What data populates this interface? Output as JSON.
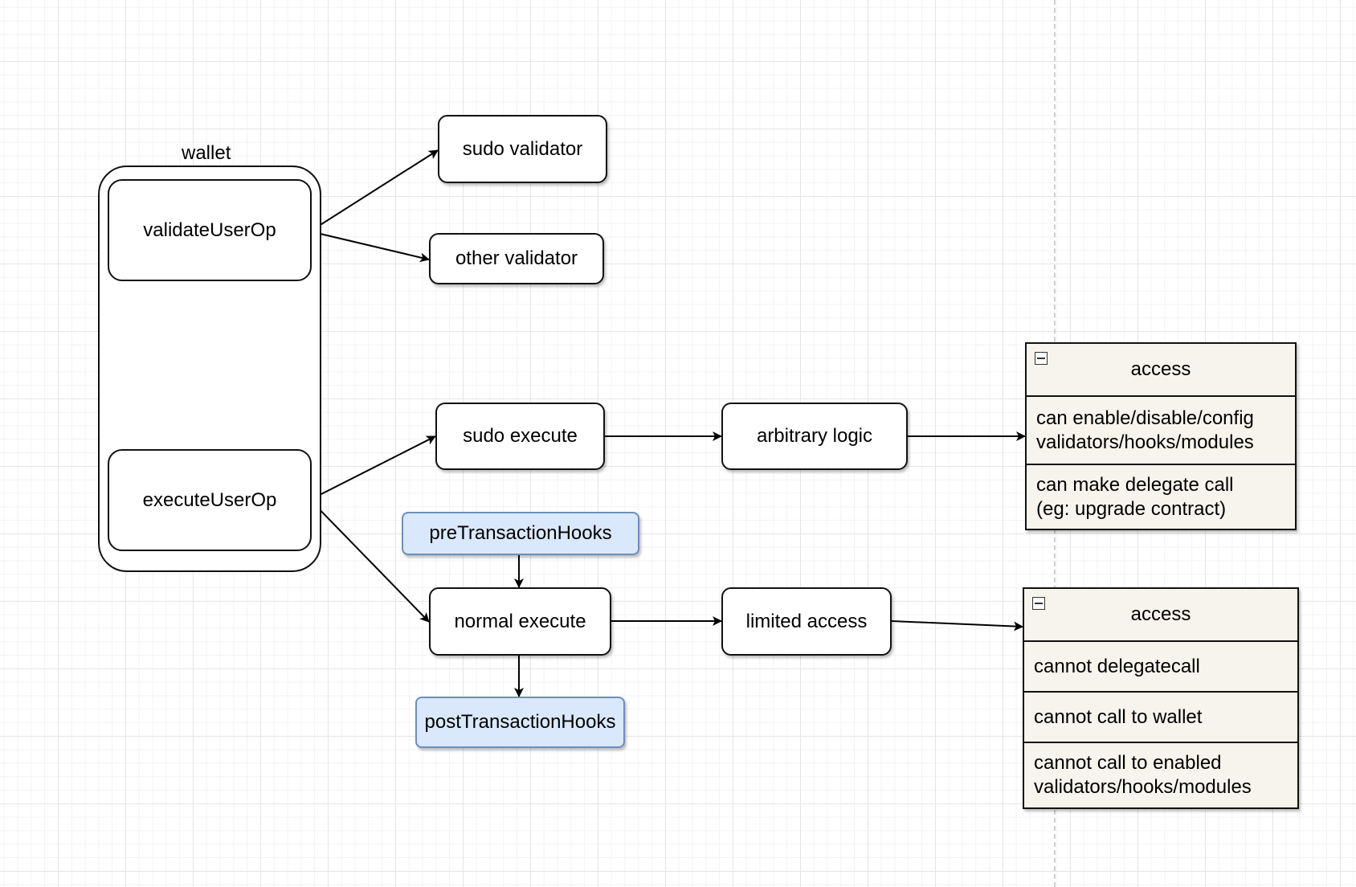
{
  "diagram": {
    "wallet": {
      "label": "wallet",
      "validate": "validateUserOp",
      "execute": "executeUserOp"
    },
    "validators": {
      "sudo": "sudo validator",
      "other": "other validator"
    },
    "execution": {
      "sudo_execute": "sudo execute",
      "arbitrary_logic": "arbitrary logic",
      "normal_execute": "normal execute",
      "limited_access": "limited access",
      "pre_hooks": "preTransactionHooks",
      "post_hooks": "postTransactionHooks"
    },
    "sudo_access_table": {
      "title": "access",
      "rows": [
        [
          "can enable/disable/config",
          "validators/hooks/modules"
        ],
        [
          "can make delegate call",
          "(eg: upgrade contract)"
        ]
      ]
    },
    "limited_access_table": {
      "title": "access",
      "rows": [
        [
          "cannot delegatecall"
        ],
        [
          "cannot call to wallet"
        ],
        [
          "cannot call to enabled",
          "validators/hooks/modules"
        ]
      ]
    }
  }
}
